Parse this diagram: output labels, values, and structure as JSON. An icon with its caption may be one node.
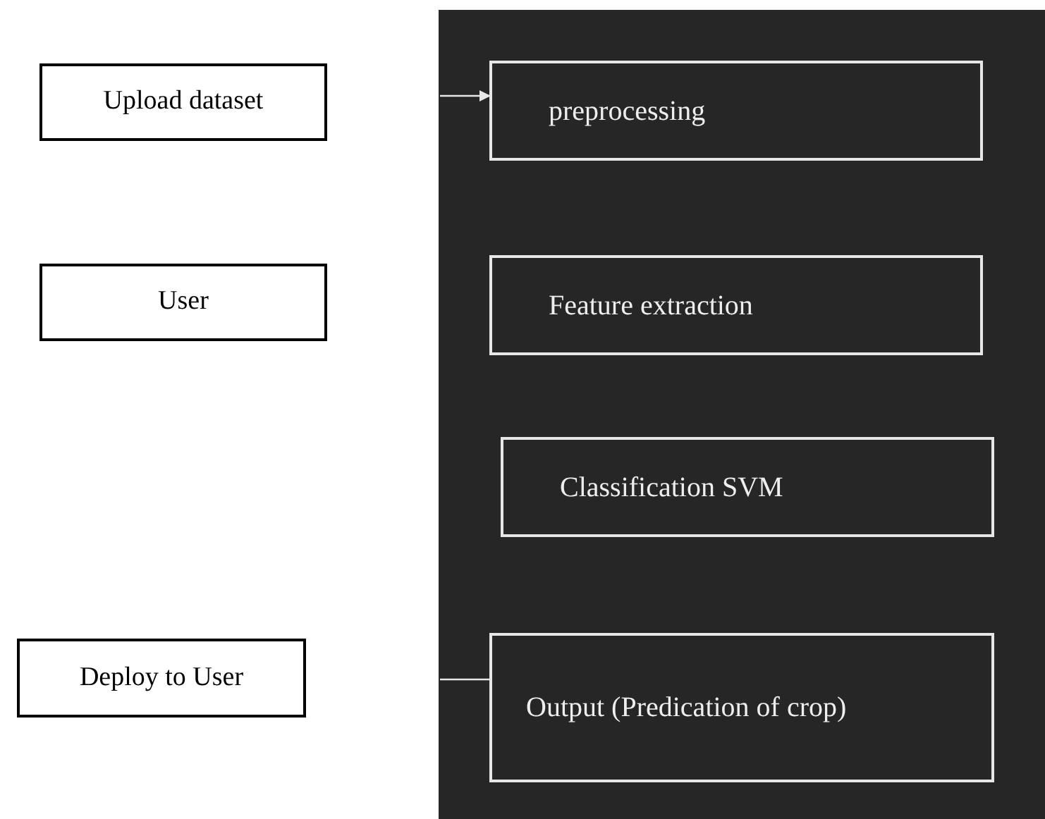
{
  "diagram": {
    "nodes": [
      {
        "text": [
          "Upload dataset"
        ]
      },
      {
        "text": [
          "User"
        ]
      },
      {
        "text": [
          "Deploy to User"
        ]
      },
      {
        "text": [],
        "shape": "box"
      },
      {
        "text": [
          "preprocessing"
        ],
        "in": 3
      },
      {
        "text": [
          "Feature extraction"
        ],
        "in": 3
      },
      {
        "text": [
          "Classification SVM"
        ],
        "in": 3
      },
      {
        "text": [
          "Output (Predication of crop)"
        ],
        "in": 3
      }
    ],
    "edges": [
      {
        "from": null,
        "to": 4,
        "arrow": "to"
      },
      {
        "from": 7,
        "to": null,
        "arrow": "none"
      }
    ]
  }
}
